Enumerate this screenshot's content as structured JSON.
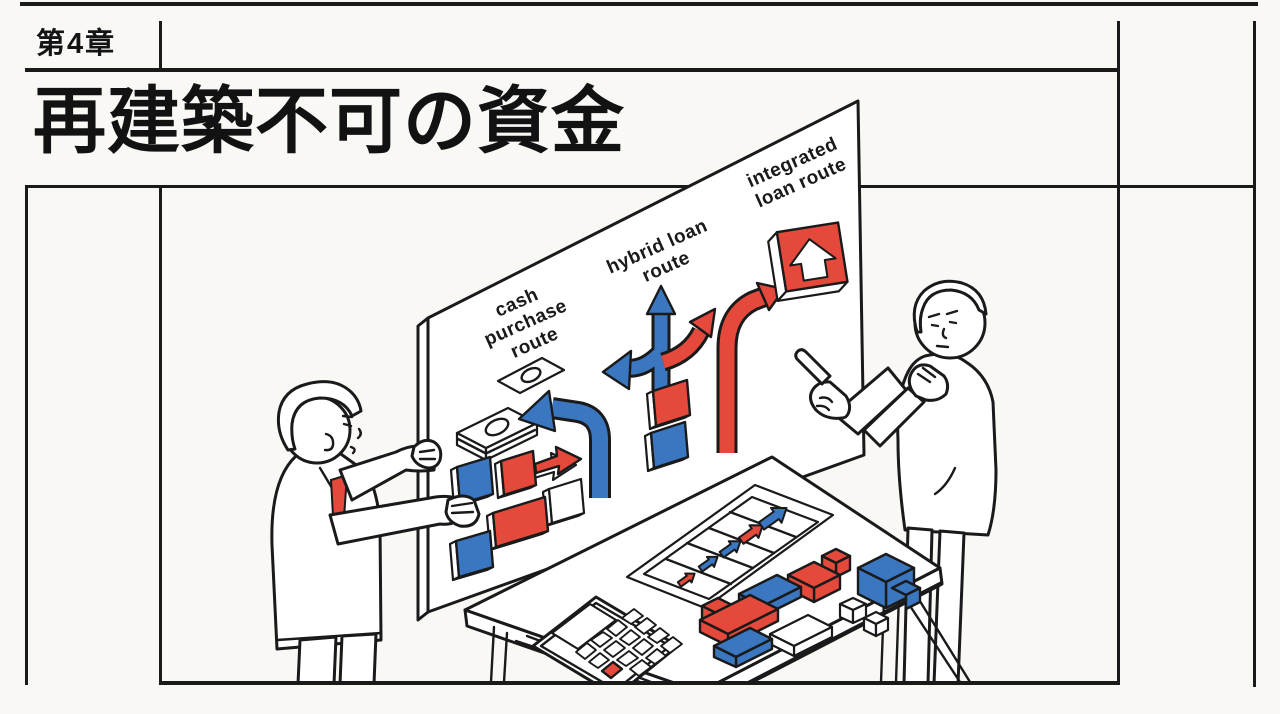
{
  "page": {
    "chapter_label": "第4章",
    "title": "再建築不可の資金"
  },
  "illustration": {
    "board_labels": [
      {
        "id": "cash-purchase-route",
        "lines": [
          "cash",
          "purchase",
          "route"
        ]
      },
      {
        "id": "hybrid-loan-route",
        "lines": [
          "hybrid loan",
          "route"
        ]
      },
      {
        "id": "integrated-loan-route",
        "lines": [
          "integrated",
          "loan route"
        ]
      }
    ],
    "colors": {
      "red": "#e4493b",
      "blue": "#3a77c0",
      "ink": "#1a1a1a",
      "paper": "#f9f8f5"
    }
  }
}
